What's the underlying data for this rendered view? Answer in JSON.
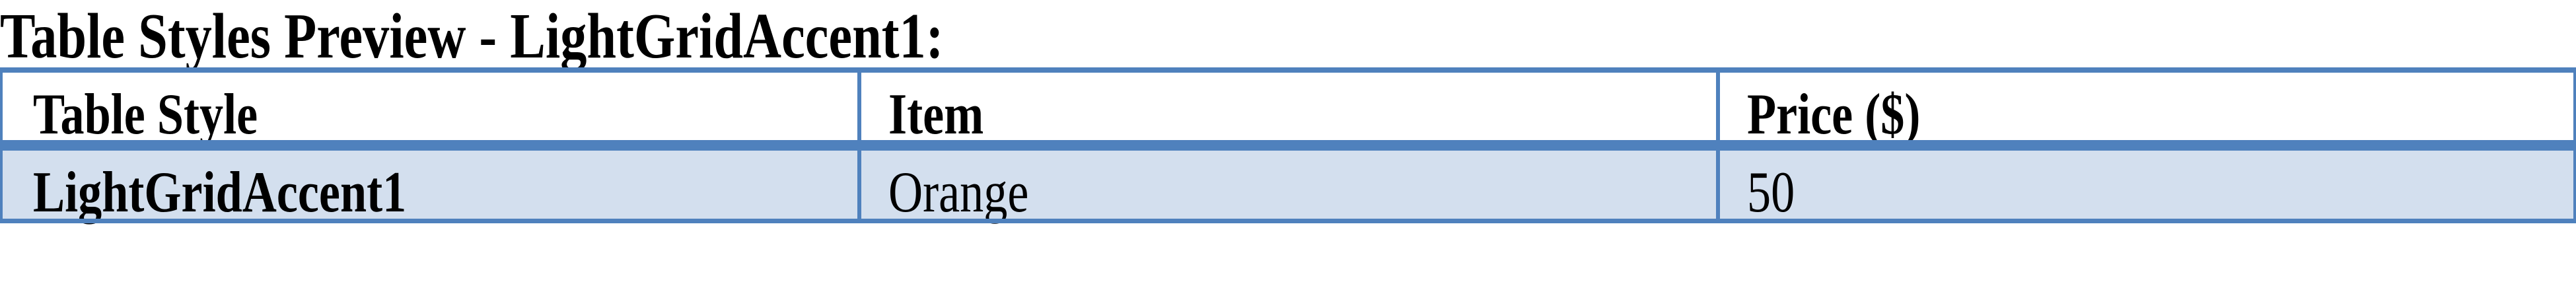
{
  "title": "Table Styles Preview - LightGridAccent1:",
  "colors": {
    "accent": "#4F81BD",
    "band": "#D3DFEE"
  },
  "table": {
    "headers": [
      "Table Style",
      "Item",
      "Price ($)"
    ],
    "rows": [
      [
        "LightGridAccent1",
        "Orange",
        "50"
      ]
    ]
  }
}
